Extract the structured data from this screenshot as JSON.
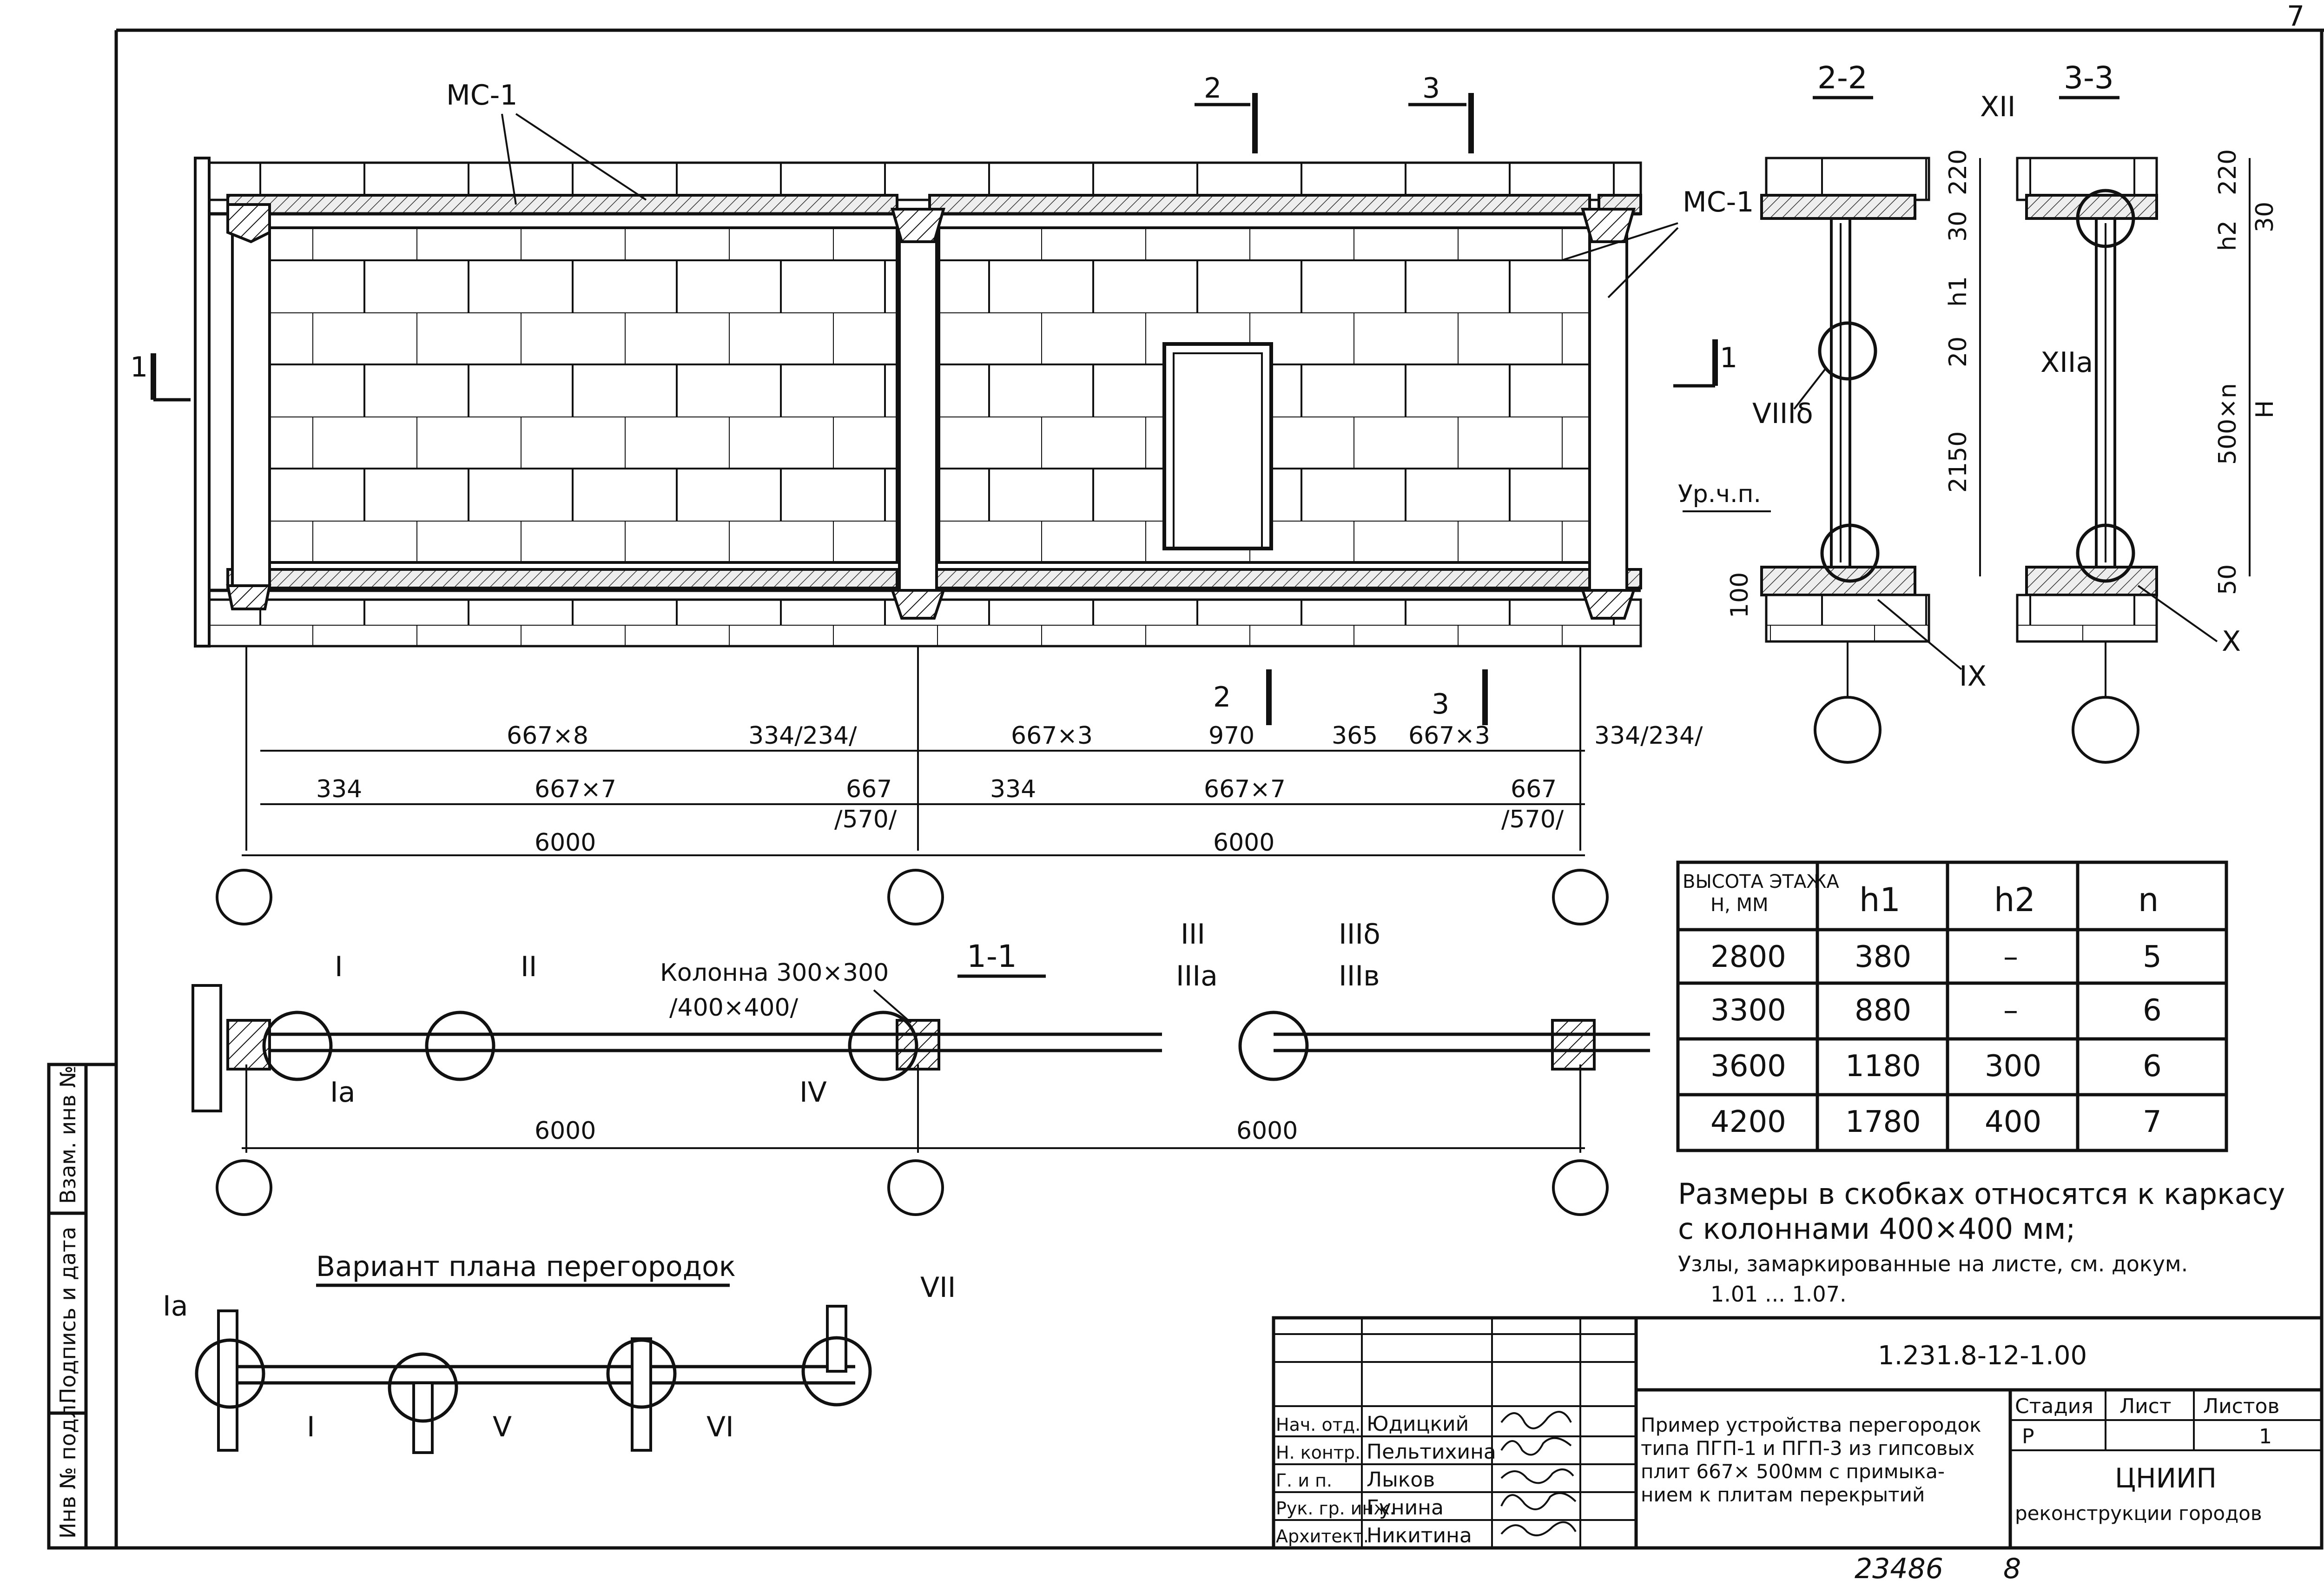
{
  "page_number": "7",
  "elevation": {
    "labels": {
      "mc1_left": "МС-1",
      "mc1_right": "МС-1"
    },
    "section_marks": {
      "s1_left": "1",
      "s1_right": "1",
      "s2_top": "2",
      "s3_top": "3",
      "s2_bottom": "2",
      "s3_bottom": "3"
    },
    "dims_row1": {
      "d1": "667×8",
      "d2": "334/234/",
      "d3": "667×3",
      "d4": "970",
      "d5": "365",
      "d6": "667×3",
      "d7": "334/234/"
    },
    "dims_row2": {
      "d1": "334",
      "d2": "667×7",
      "d3": "667",
      "d3b": "/570/",
      "d4": "334",
      "d5": "667×7",
      "d6": "667",
      "d6b": "/570/"
    },
    "dims_row3": {
      "d1": "6000",
      "d2": "6000"
    }
  },
  "section_22": {
    "title": "2-2",
    "dims": {
      "d220": "220",
      "d30": "30",
      "h1": "h1",
      "d20": "20",
      "d2150": "2150",
      "d100": "100"
    },
    "labels": {
      "level": "Ур.ч.п.",
      "xii": "XII",
      "viiib": "VIIIδ",
      "ix": "IX"
    }
  },
  "section_33": {
    "title": "3-3",
    "dims": {
      "d220": "220",
      "d30": "30",
      "h2": "h2",
      "d500n": "500×n",
      "H": "H",
      "d50": "50"
    },
    "labels": {
      "xiia": "XIIa",
      "x": "X"
    }
  },
  "plan_11": {
    "title": "1-1",
    "column_note_1": "Колонна 300×300",
    "column_note_2": "/400×400/",
    "nodes": {
      "i": "I",
      "ia": "Ia",
      "ii": "II",
      "iv": "IV",
      "iii": "III",
      "iiia": "IIIa",
      "iiib": "IIIδ",
      "iiiv": "IIIв"
    },
    "dims": {
      "d1": "6000",
      "d2": "6000"
    }
  },
  "table": {
    "headers": [
      "ВЫСОТА ЭТАЖА",
      "Н, ММ",
      "h1",
      "h2",
      "n"
    ],
    "rows": [
      [
        "2800",
        "380",
        "–",
        "5"
      ],
      [
        "3300",
        "880",
        "–",
        "6"
      ],
      [
        "3600",
        "1180",
        "300",
        "6"
      ],
      [
        "4200",
        "1780",
        "400",
        "7"
      ]
    ]
  },
  "notes": {
    "line1": "Размеры в скобках относятся к каркасу",
    "line2": "с колоннами 400×400 мм;",
    "line3": "Узлы, замаркированные на листе, см. докум.",
    "line4": "1.01 ... 1.07."
  },
  "variant": {
    "title": "Вариант плана перегородок",
    "nodes": {
      "ia": "Ia",
      "i": "I",
      "v": "V",
      "vi": "VI",
      "vii": "VII"
    }
  },
  "side_stamp": {
    "c1": "Инв № подл.",
    "c2": "Подпись и дата",
    "c3": "Взам. инв №"
  },
  "title_block": {
    "doc_code": "1.231.8-12-1.00",
    "title_l1": "Пример устройства перегородок",
    "title_l2": "типа ПГП-1 и ПГП-3 из гипсовых",
    "title_l3": "плит 667× 500мм с примыка-",
    "title_l4": "нием к плитам перекрытий",
    "stage_head": "Стадия",
    "sheet_head": "Лист",
    "sheets_head": "Листов",
    "stage_val": "Р",
    "sheets_val": "1",
    "org_1": "ЦНИИП",
    "org_2": "реконструкции городов",
    "people": [
      {
        "role": "Нач. отд.",
        "name": "Юдицкий"
      },
      {
        "role": "Н. контр.",
        "name": "Пельтихина"
      },
      {
        "role": "Г. и п.",
        "name": "Лыков"
      },
      {
        "role": "Рук. гр. инж.",
        "name": "Гунина"
      },
      {
        "role": "Архитект.",
        "name": "Никитина"
      }
    ],
    "bottom_number": "23486",
    "bottom_digit": "8"
  }
}
